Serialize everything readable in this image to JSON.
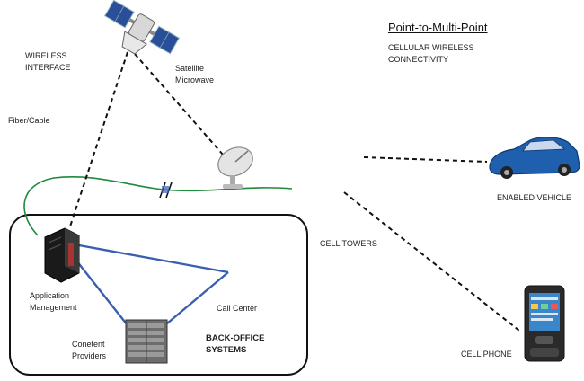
{
  "title": "Point-to-Multi-Point",
  "subtitle_line1": "CELLULAR WIRELESS",
  "subtitle_line2": "CONNECTIVITY",
  "wireless_line1": "WIRELESS",
  "wireless_line2": "INTERFACE",
  "fiber_cable": "Fiber/Cable",
  "satellite_line1": "Satellite",
  "satellite_line2": "Microwave",
  "enabled_vehicle": "ENABLED VEHICLE",
  "cell_towers": "CELL TOWERS",
  "cell_phone": "CELL PHONE",
  "app_line1": "Application",
  "app_line2": "Management",
  "call_center": "Call Center",
  "content_line1": "Conetent",
  "content_line2": "Providers",
  "backoffice_line1": "BACK-OFFICE",
  "backoffice_line2": "SYSTEMS",
  "colors": {
    "fiber_green": "#1f8a3a",
    "network_blue": "#3a5fb0",
    "vehicle_blue": "#1e5fae",
    "satellite_panel": "#2a4f9a",
    "dashed_line": "#111111",
    "box_border": "#111111"
  },
  "icons": [
    "satellite-icon",
    "dish-antenna-icon",
    "car-icon",
    "smartphone-icon",
    "server-tower-icon",
    "server-rack-icon"
  ]
}
